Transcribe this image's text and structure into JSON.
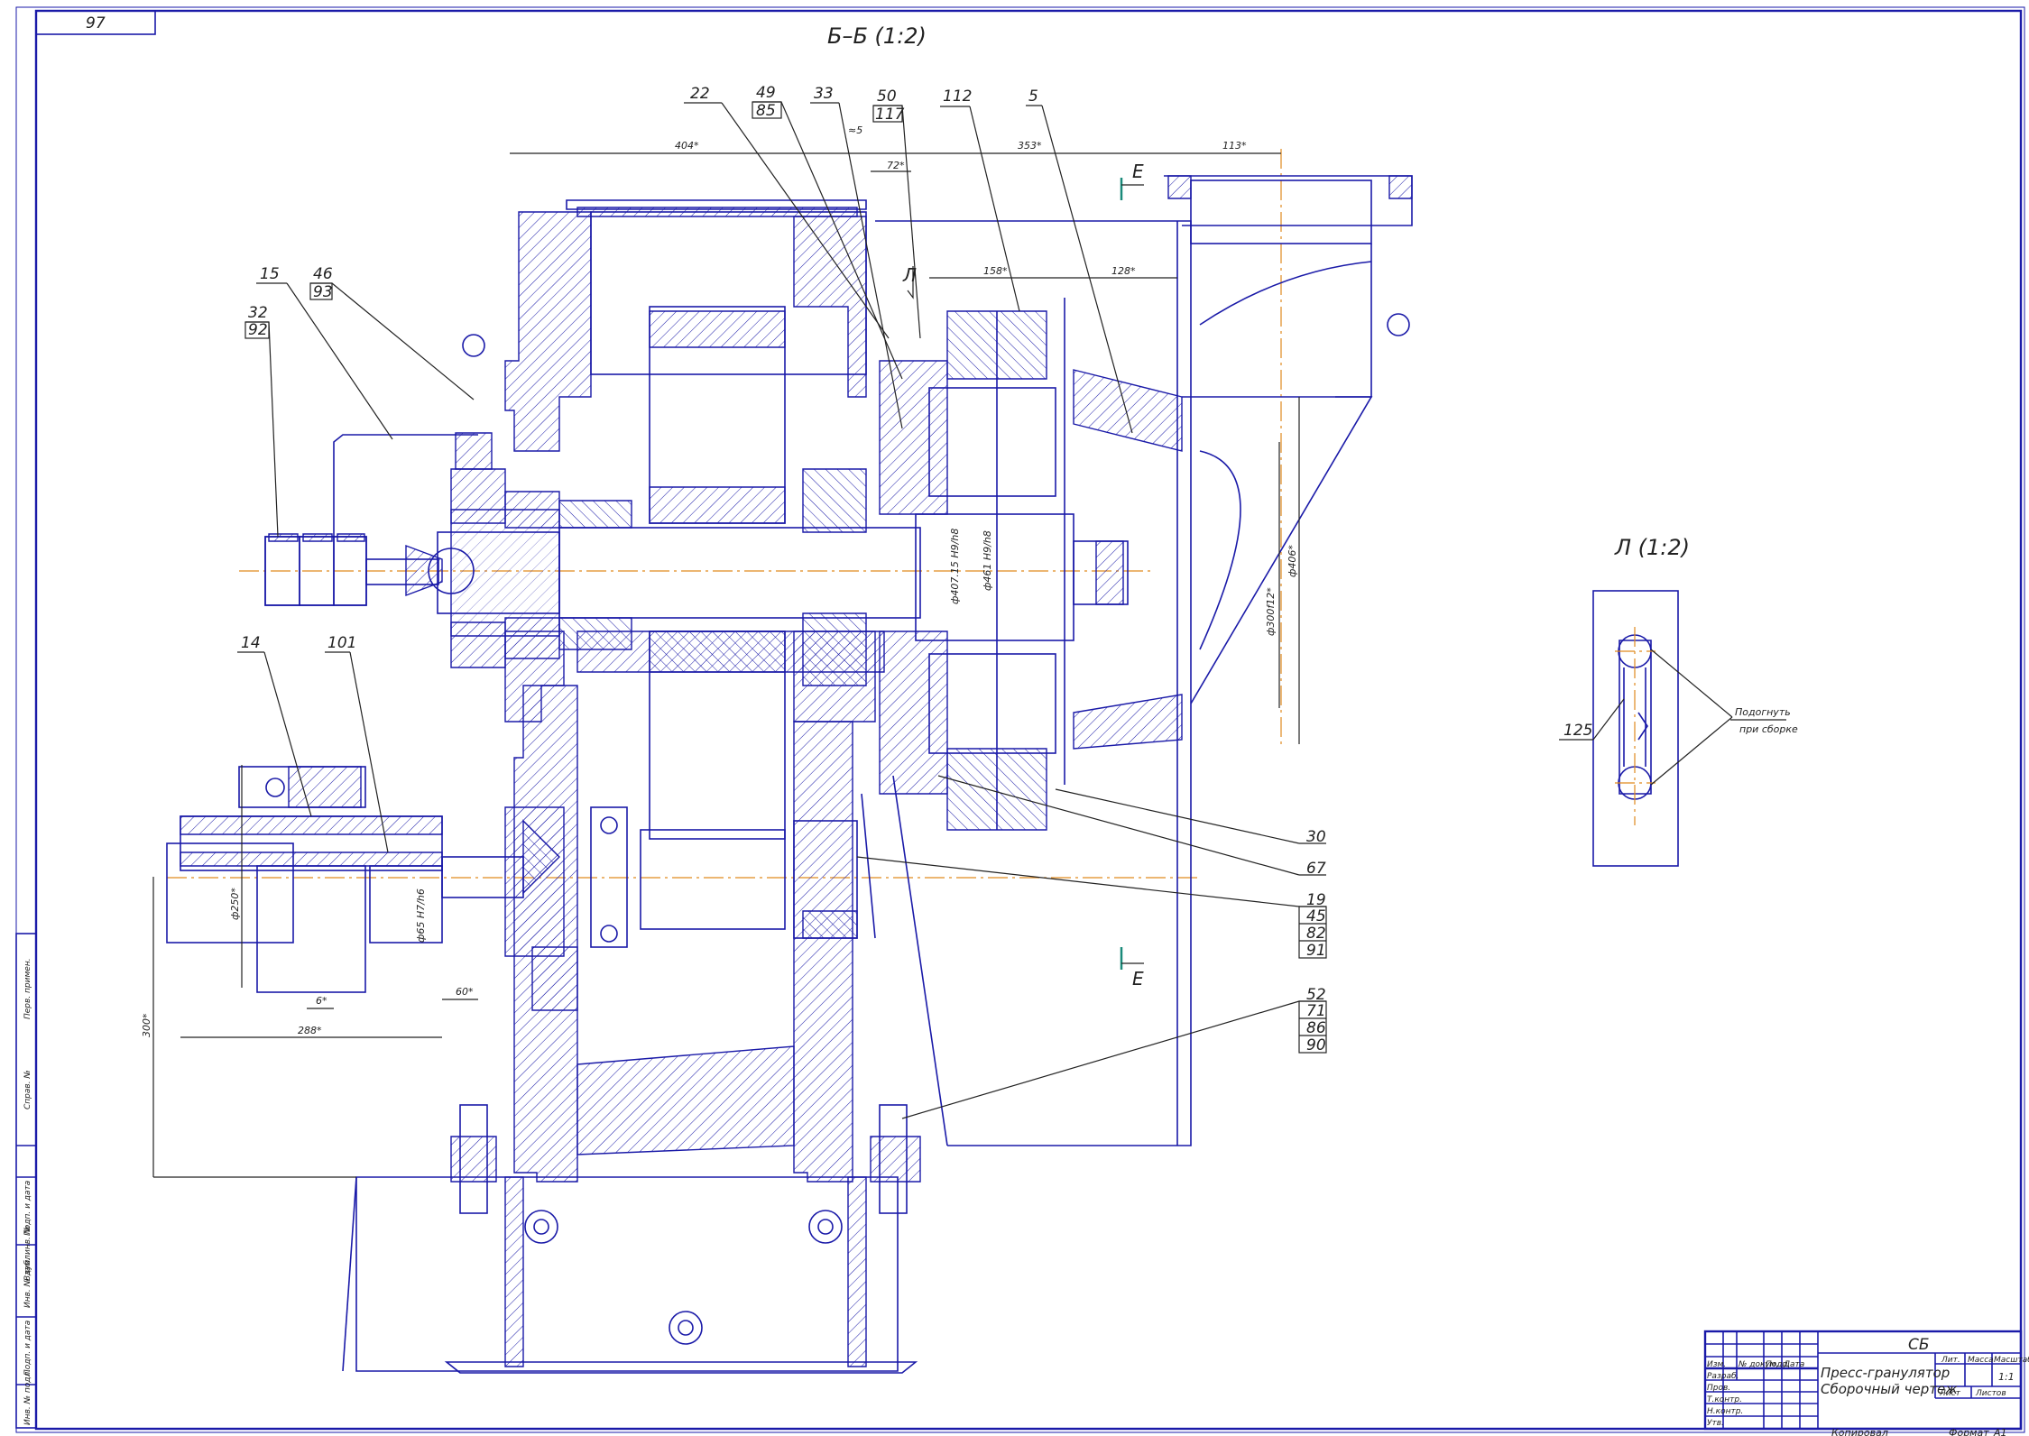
{
  "sheet": {
    "doc_code": "97",
    "section_title": "Б–Б (1:2)",
    "detail_title": "Л (1:2)",
    "section_marker": "Е",
    "detail_marker": "Л"
  },
  "callouts": {
    "top": [
      "22",
      "49",
      "85",
      "33",
      "50",
      "117",
      "112",
      "5"
    ],
    "top_offset": "≈5",
    "left": [
      "15",
      "46",
      "93",
      "32",
      "92",
      "14",
      "101"
    ],
    "right": [
      "30",
      "67",
      "19",
      "45",
      "82",
      "91",
      "52",
      "71",
      "86",
      "90"
    ],
    "detail": "125"
  },
  "dimensions": {
    "d404": "404*",
    "d353": "353*",
    "d113": "113*",
    "d72": "72*",
    "d158": "158*",
    "d128": "128*",
    "d406": "ф406*",
    "d300": "ф300f12*",
    "d407": "ф407.15 H9/h8",
    "d461": "ф461 H9/h8",
    "d250": "ф250*",
    "d65": "ф65 H7/h6",
    "d6": "6*",
    "d60": "60*",
    "d288": "288*",
    "d300v": "300*"
  },
  "detail_note": [
    "Подогнуть",
    "при сборке"
  ],
  "side_strip": [
    "Перв. примен.",
    "Справ. №",
    "Подп. и дата",
    "Инв. № дубл.",
    "Взам. инв. №",
    "Подп. и дата",
    "Инв. № подл."
  ],
  "title_block": {
    "designation": "СБ",
    "name_line1": "Пресс-гранулятор",
    "name_line2": "Сборочный чертеж",
    "col_litera": "Лит.",
    "col_mass": "Масса",
    "col_scale": "Масштаб",
    "scale": "1:1",
    "sheet": "Лист",
    "sheets": "Листов",
    "rows": [
      "Изм.",
      "Лист",
      "№ докум.",
      "Подп.",
      "Дата",
      "Разраб.",
      "Пров.",
      "Т.контр.",
      "Н.контр.",
      "Утв."
    ]
  },
  "footer": {
    "copied": "Копировал",
    "format": "Формат",
    "format_value": "А1"
  }
}
